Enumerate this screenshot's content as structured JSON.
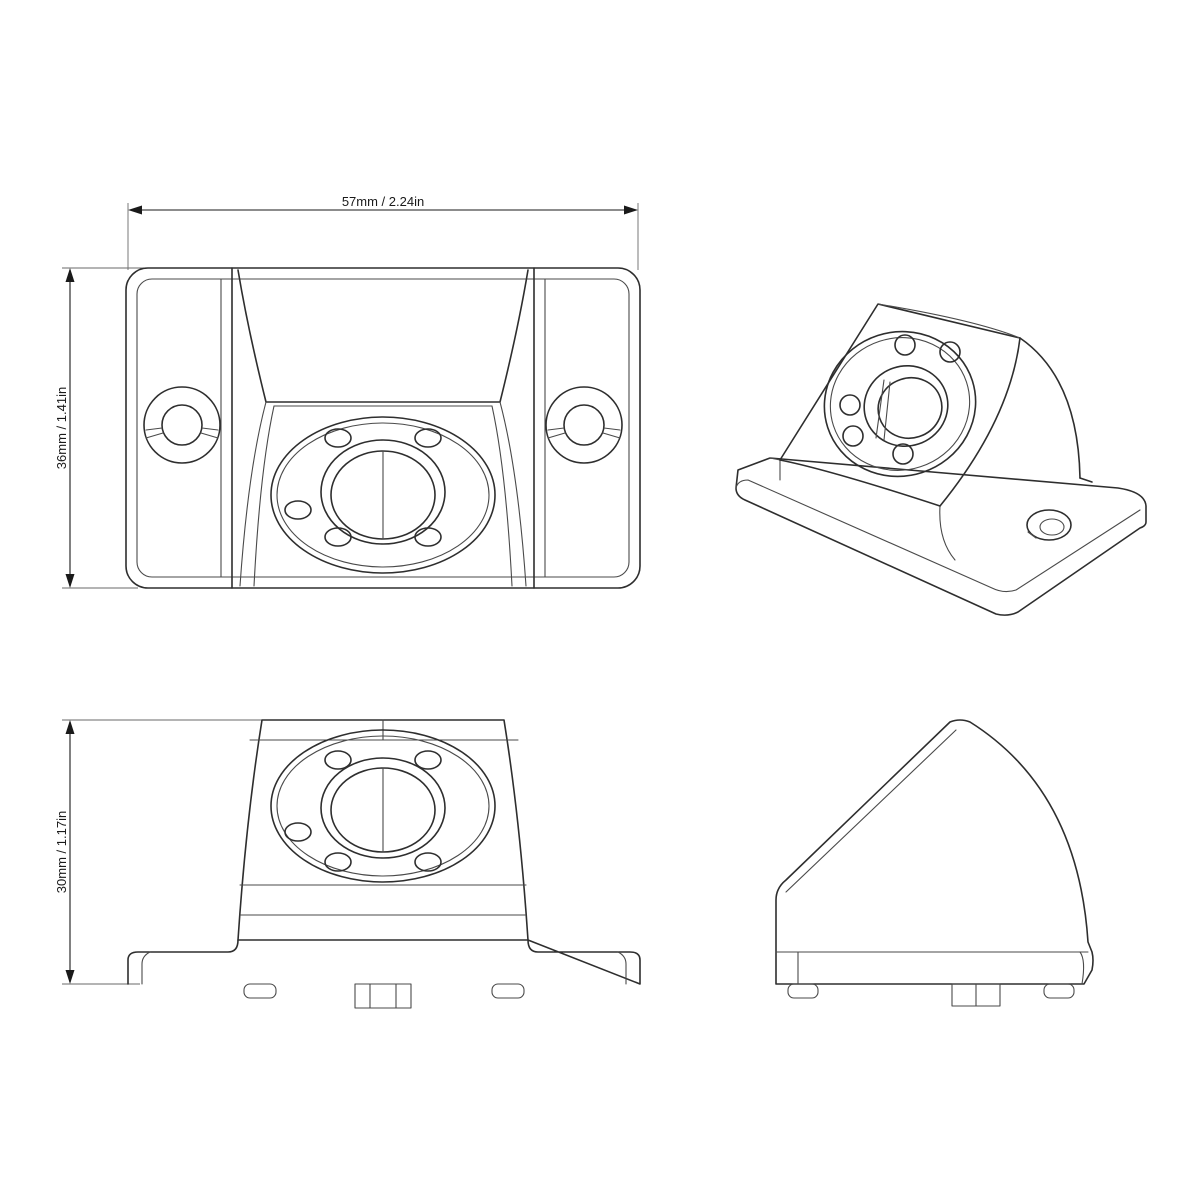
{
  "dimensions": {
    "width_label": "57mm / 2.24in",
    "depth_label": "36mm / 1.41in",
    "height_label": "30mm / 1.17in"
  }
}
